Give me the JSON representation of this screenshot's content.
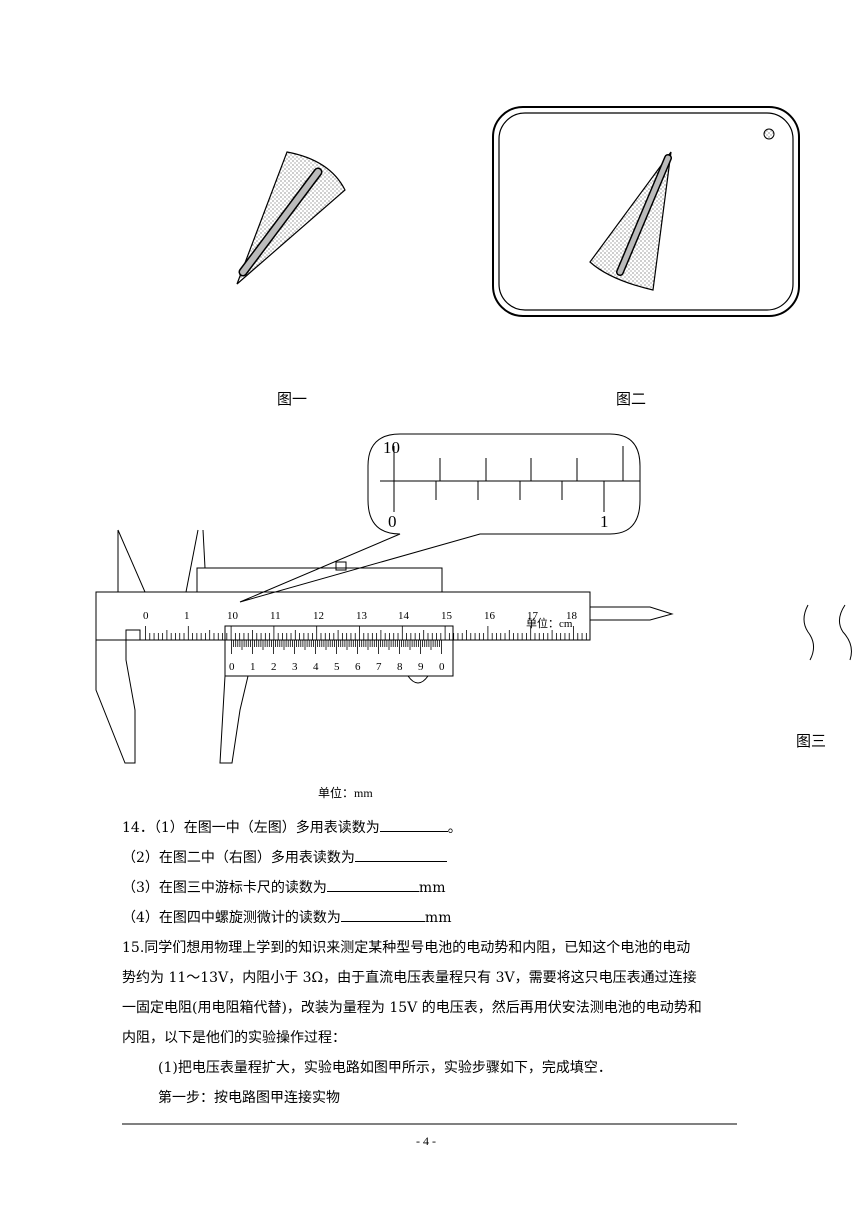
{
  "figures": {
    "fig1_caption": "图一",
    "fig2_caption": "图二",
    "fig3_caption": "图三",
    "caliper_unit_label": "单位：mm",
    "main_scale_unit": "单位：cm",
    "main_scale_numbers": [
      "0",
      "1",
      "10",
      "11",
      "12",
      "13",
      "14",
      "15",
      "16",
      "17",
      "18"
    ],
    "vernier_numbers": [
      "0",
      "1",
      "2",
      "3",
      "4",
      "5",
      "6",
      "7",
      "8",
      "9",
      "0"
    ],
    "zoom_top_label": "10",
    "zoom_bottom_left": "0",
    "zoom_bottom_right": "1"
  },
  "question14": {
    "line1_prefix": "14．（1）在图一中（左图）多用表读数为",
    "line1_suffix": "。",
    "line2": "（2）在图二中（右图）多用表读数为",
    "line3_prefix": "（3）在图三中游标卡尺的读数为",
    "line3_suffix": "mm",
    "line4_prefix": "（4）在图四中螺旋测微计的读数为",
    "line4_suffix": "mm"
  },
  "question15": {
    "p1": "15.同学们想用物理上学到的知识来测定某种型号电池的电动势和内阻，已知这个电池的电动",
    "p2": "势约为 11～13V，内阻小于 3Ω，由于直流电压表量程只有 3V，需要将这只电压表通过连接",
    "p3": "一固定电阻(用电阻箱代替)，改装为量程为 15V 的电压表，然后再用伏安法测电池的电动势和",
    "p4": "内阻，以下是他们的实验操作过程：",
    "p5": "(1)把电压表量程扩大，实验电路如图甲所示，实验步骤如下，完成填空．",
    "p6": "第一步：按电路图甲连接实物"
  },
  "footer": {
    "page_number": "- 4 -"
  }
}
